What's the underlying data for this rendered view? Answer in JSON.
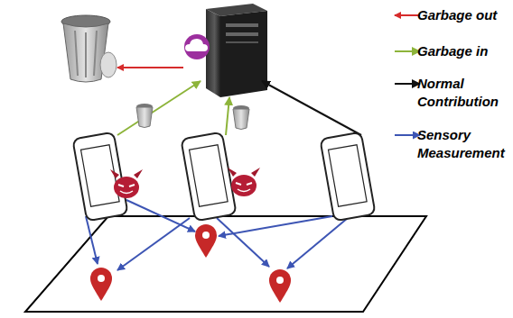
{
  "diagram": {
    "legend": [
      {
        "text": "Garbage out"
      },
      {
        "text": "Garbage in"
      },
      {
        "text": "Normal Contribution"
      },
      {
        "text": "Sensory Measurement"
      }
    ]
  }
}
